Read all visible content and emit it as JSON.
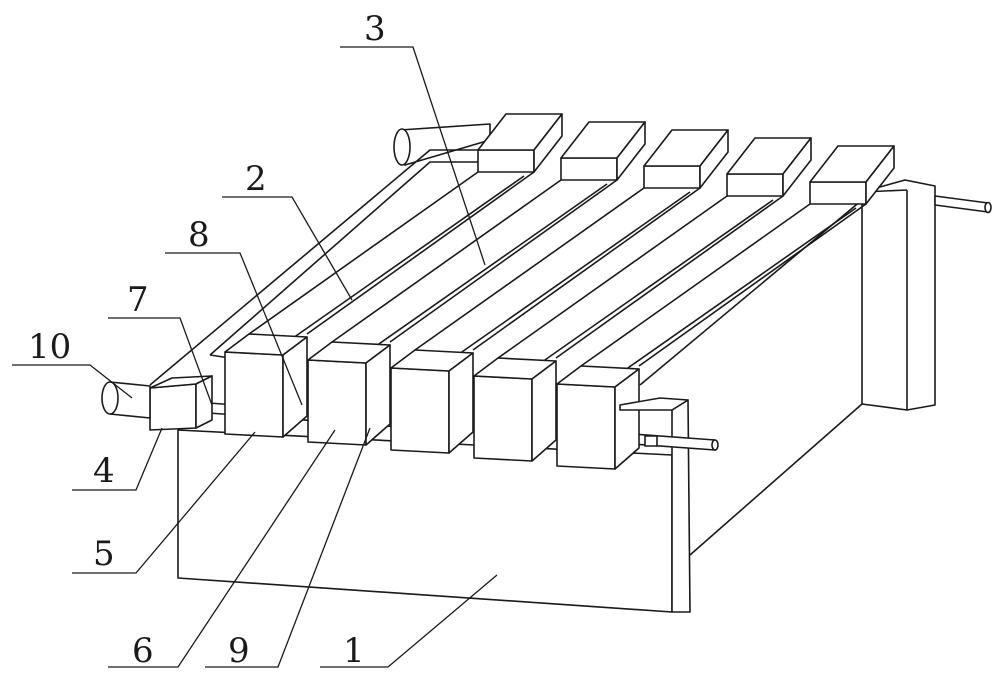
{
  "figure": {
    "labels": {
      "base_box": "1",
      "frame_bar": "2",
      "slat": "3",
      "end_block": "4",
      "front_block": "5",
      "middle_block": "6",
      "shaft": "7",
      "spacer_ring": "8",
      "key_pin": "9",
      "motor_cylinder": "10"
    }
  }
}
